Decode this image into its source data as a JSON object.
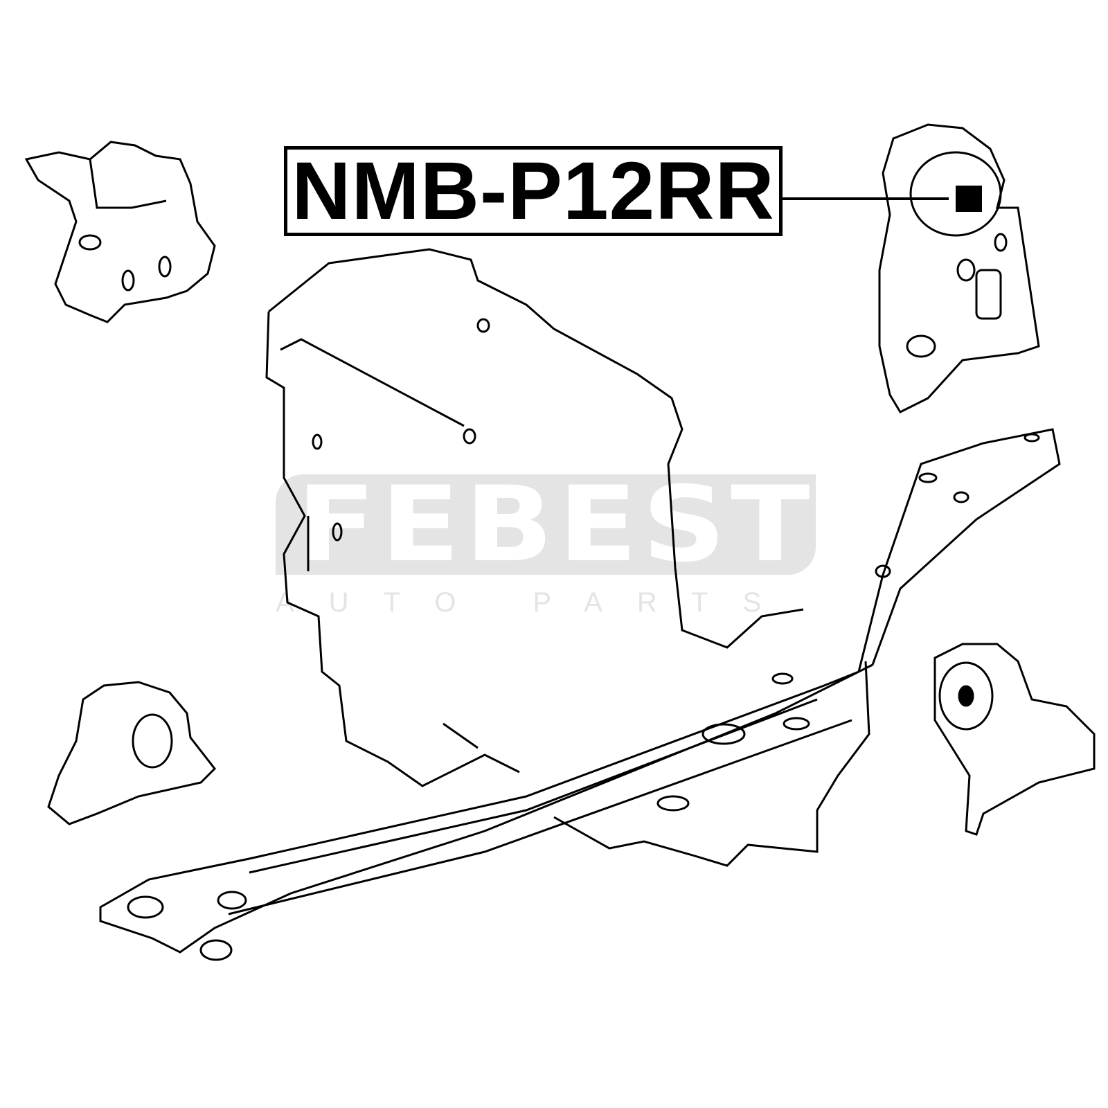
{
  "part_label": "NMB-P12RR",
  "watermark": {
    "brand": "FEBEST",
    "subtitle": "AUTO PARTS"
  },
  "colors": {
    "line": "#000000",
    "watermark": "#e4e4e4"
  }
}
